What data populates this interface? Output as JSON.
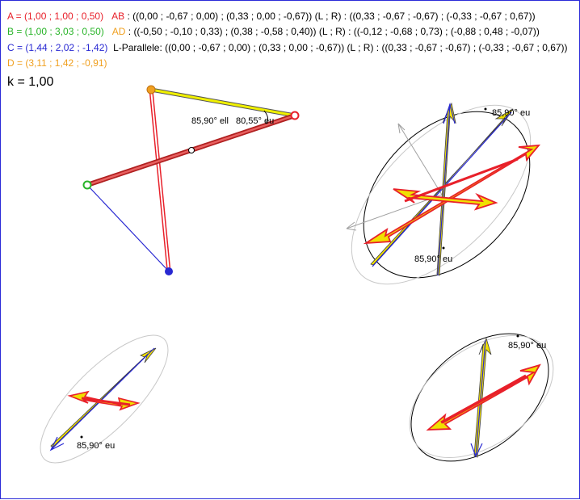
{
  "header": {
    "point_a": "A = (1,00 ; 1,00 ; 0,50)",
    "ab_label": "AB",
    "ab_value": " : ((0,00 ; -0,67 ; 0,00) ; (0,33 ; 0,00 ; -0,67))    (L ; R) : ((0,33 ; -0,67 ; -0,67) ; (-0,33 ; -0,67 ; 0,67))",
    "point_b": "B = (1,00 ; 3,03 ; 0,50)",
    "ad_label": "AD",
    "ad_value": " : ((-0,50 ; -0,10 ; 0,33) ; (0,38 ; -0,58 ; 0,40))    (L ; R) : ((-0,12 ; -0,68 ; 0,73) ; (-0,88 ; 0,48 ; -0,07))",
    "point_c": "C = (1,44 ; 2,02 ; -1,42)",
    "lparallele_value": "L-Parallele: ((0,00 ; -0,67 ; 0,00) ; (0,33 ; 0,00 ; -0,67)) (L ; R) : ((0,33 ; -0,67 ; -0,67) ; (-0,33 ; -0,67 ; 0,67))",
    "point_d": "D = (3,11 ; 1,42 ; -0,91)",
    "k_value": "k = 1,00"
  },
  "colors": {
    "a": "#e8202a",
    "b": "#28b428",
    "c": "#2828d2",
    "d": "#f0a020",
    "ab": "#e8202a",
    "ad": "#f0a020",
    "neutral": "#000000"
  },
  "main_diagram": {
    "angle_ell": "85,90° ell",
    "angle_eu": "80,55° eu"
  },
  "ellipse_views": {
    "top_right_label_top": "85,90° eu",
    "top_right_label_bottom": "85,90° eu",
    "bottom_left_label": "85,90° eu",
    "bottom_right_label": "85,90° eu"
  }
}
